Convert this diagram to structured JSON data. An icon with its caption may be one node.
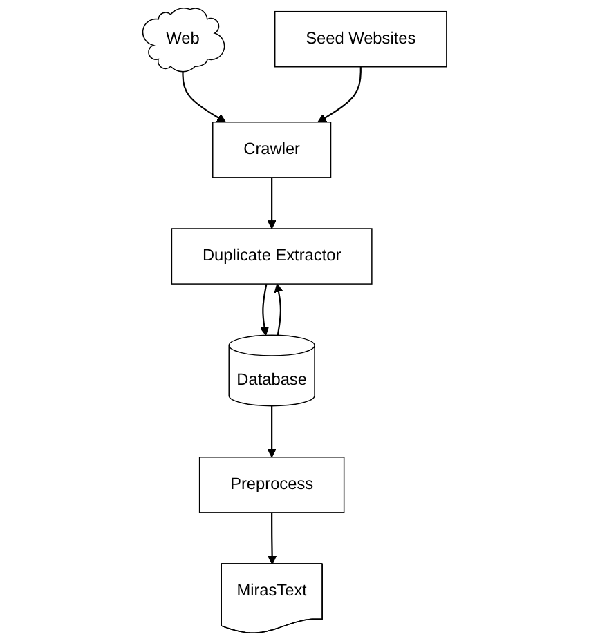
{
  "diagram": {
    "nodes": [
      {
        "text": [
          "Web"
        ]
      },
      {
        "text": [
          "Seed Websites"
        ]
      },
      {
        "text": [
          "Crawler"
        ]
      },
      {
        "text": [
          "Duplicate Extractor"
        ]
      },
      {
        "text": [
          "Database"
        ]
      },
      {
        "text": [
          "Preprocess"
        ]
      },
      {
        "text": [
          "MirasText"
        ]
      }
    ],
    "edges": [
      {
        "from": 0,
        "to": 2,
        "arrow": "to"
      },
      {
        "from": 1,
        "to": 2,
        "arrow": "to"
      },
      {
        "from": 2,
        "to": 3,
        "arrow": "to"
      },
      {
        "from": 3,
        "to": 4,
        "arrow": "to"
      },
      {
        "from": 4,
        "to": 3,
        "arrow": "to"
      },
      {
        "from": 4,
        "to": 5,
        "arrow": "to"
      },
      {
        "from": 5,
        "to": 6,
        "arrow": "to"
      }
    ]
  }
}
